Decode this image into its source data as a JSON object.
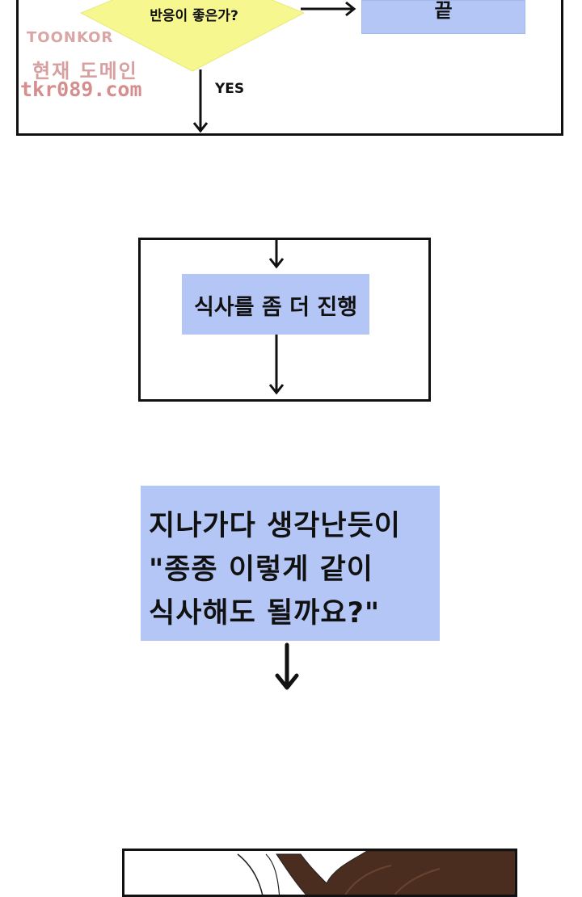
{
  "flowchart_top": {
    "decision_text": "반응이 좋은가?",
    "end_text": "끝",
    "yes_text": "YES"
  },
  "watermark": {
    "brand": "TOONKOR",
    "subtitle": "현재 도메인",
    "url": "tkr089.com"
  },
  "step_box": {
    "text": "식사를 좀 더 진행"
  },
  "narration": {
    "lines": [
      "지나가다 생각난듯이",
      "\"종종 이렇게 같이",
      "식사해도 될까요?\""
    ]
  },
  "colors": {
    "highlight_blue": "#b4c6f5",
    "decision_yellow": "#f6f88f",
    "outline": "#111111",
    "watermark_red": "#d48e8e"
  }
}
